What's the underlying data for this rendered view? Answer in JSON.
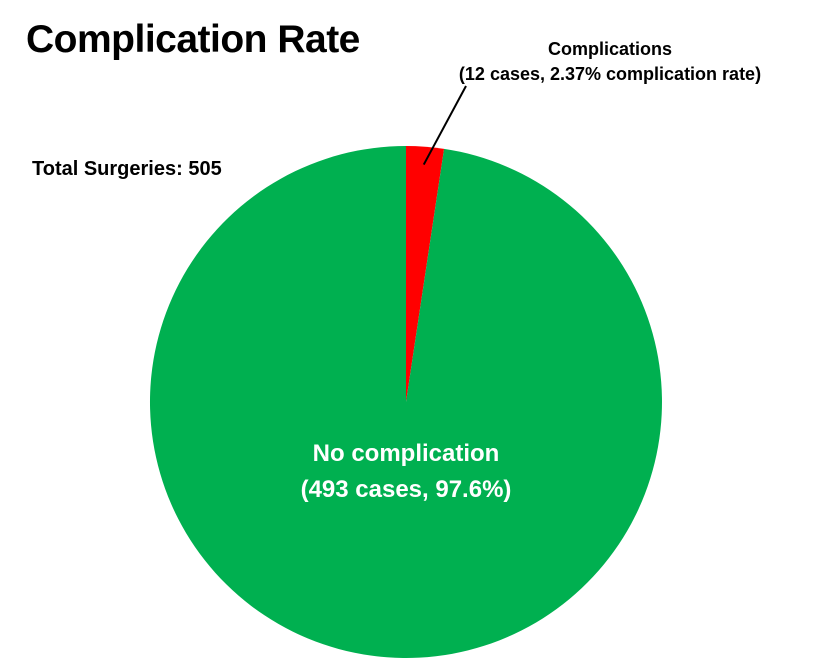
{
  "chart_data": {
    "type": "pie",
    "title": "Complication Rate",
    "total_label": "Total Surgeries: 505",
    "slices": [
      {
        "name": "Complications",
        "value": 12,
        "percent": 2.37,
        "color": "#ff0000",
        "label_line1": "Complications",
        "label_line2": "(12 cases, 2.37% complication rate)"
      },
      {
        "name": "No complication",
        "value": 493,
        "percent": 97.6,
        "color": "#00b050",
        "label_line1": "No complication",
        "label_line2": "(493 cases, 97.6%)"
      }
    ]
  }
}
